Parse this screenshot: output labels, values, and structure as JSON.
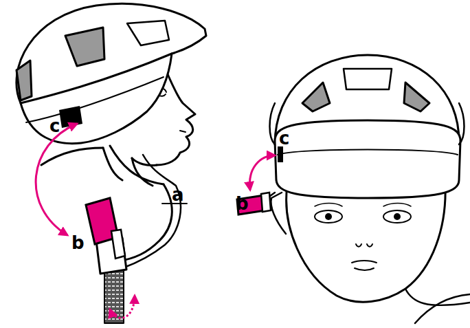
{
  "diagram": {
    "labels": [
      "c",
      "b",
      "a",
      "c",
      "b"
    ]
  }
}
